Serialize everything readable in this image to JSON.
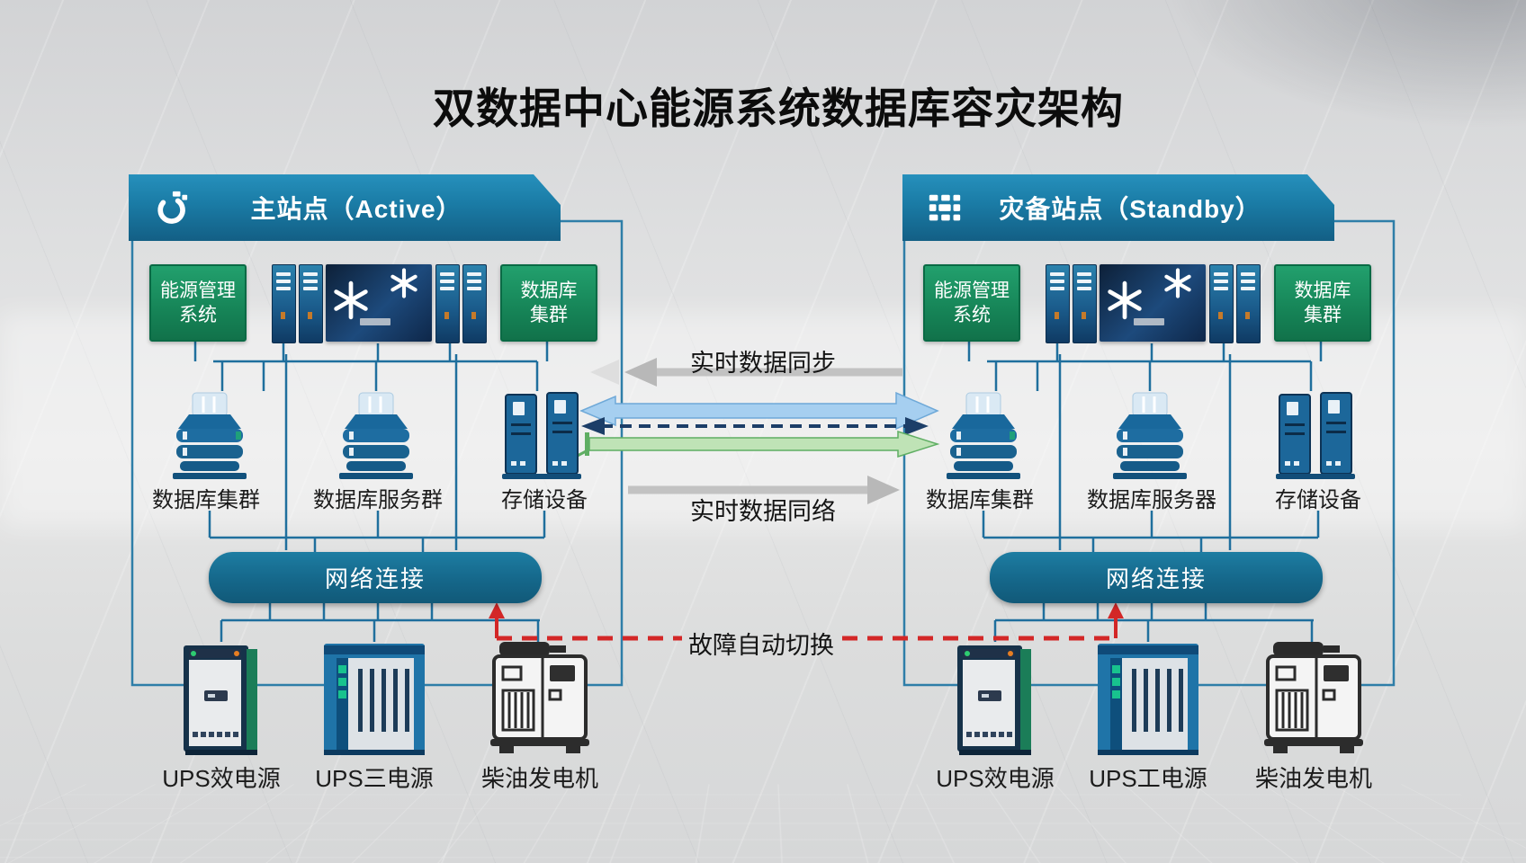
{
  "title": "双数据中心能源系统数据库容灾架构",
  "sites": [
    {
      "id": "active",
      "header": "主站点（Active）",
      "energy_lines": [
        "能源管理",
        "系统"
      ],
      "db_lines": [
        "数据库",
        "集群"
      ],
      "device_labels": [
        "数据库集群",
        "数据库服务群",
        "存储设备"
      ],
      "network_label": "网络连接",
      "power_labels": [
        "UPS效电源",
        "UPS三电源",
        "柴油发电机"
      ]
    },
    {
      "id": "standby",
      "header": "灾备站点（Standby）",
      "energy_lines": [
        "能源管理",
        "系统"
      ],
      "db_lines": [
        "数据库",
        "集群"
      ],
      "device_labels": [
        "数据库集群",
        "数据库服务器",
        "存储设备"
      ],
      "network_label": "网络连接",
      "power_labels": [
        "UPS效电源",
        "UPS工电源",
        "柴油发电机"
      ]
    }
  ],
  "links": {
    "sync_top": "实时数据同步",
    "sync_bottom": "实时数据同络",
    "failover": "故障自动切换"
  },
  "colors": {
    "header_teal": "#1a7ba5",
    "box_green": "#168457",
    "network_teal": "#15678a",
    "connector_blue": "#1f6f9d",
    "sync_gray": "#c0c0c0",
    "replication_blue": "#a6cff0",
    "replication_navy": "#1c3e68",
    "replication_green": "#bfe3b6",
    "failover_red": "#d32727"
  }
}
